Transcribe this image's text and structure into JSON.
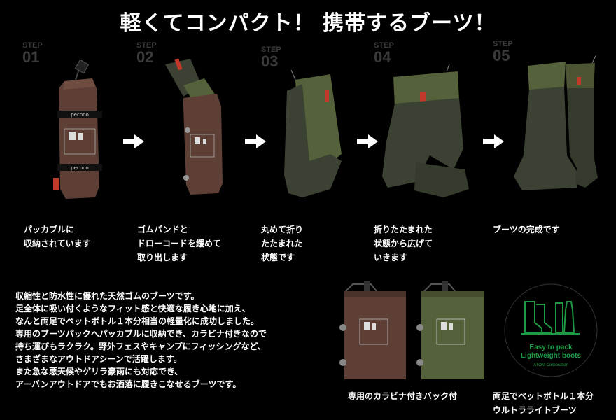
{
  "title": "軽くてコンパクト！ 携帯するブーツ！",
  "steps": [
    {
      "label": "STEP",
      "num": "01",
      "caption": "パッカブルに\n収納されています"
    },
    {
      "label": "STEP",
      "num": "02",
      "caption": "ゴムバンドと\nドローコードを緩めて\n取り出します"
    },
    {
      "label": "STEP",
      "num": "03",
      "caption": "丸めて折り\nたたまれた\n状態です"
    },
    {
      "label": "STEP",
      "num": "04",
      "caption": "折りたたまれた\n状態から広げて\nいきます"
    },
    {
      "label": "STEP",
      "num": "05",
      "caption": "ブーツの完成です"
    }
  ],
  "description": "収縮性と防水性に優れた天然ゴムのブーツです。\n足全体に吸い付くようなフィット感と快適な履き心地に加え、\nなんと両足でペットボトル１本分相当の軽量化に成功しました。\n専用のブーツパックへパッカブルに収納でき、カラビナ付きなので\n持ち運びもラクラク。野外フェスやキャンプにフィッシングなど、\nさまざまなアウトドアシーンで活躍します。\nまた急な悪天候やゲリラ豪雨にも対応でき、\nアーバンアウトドアでもお洒落に履きこなせるブーツです。",
  "bags_caption": "専用のカラビナ付きバック付",
  "badge": {
    "line1": "Easy to pack",
    "line2": "Lightweight boots",
    "line3": "ATOM Corporation",
    "caption": "両足でペットボトル１本分\nウルトラライトブーツ"
  },
  "brand_text": "pecboo",
  "colors": {
    "olive": "#55613a",
    "brown": "#5e3f35",
    "rubber": "#3c4233",
    "badge_green": "#1f9a44"
  }
}
